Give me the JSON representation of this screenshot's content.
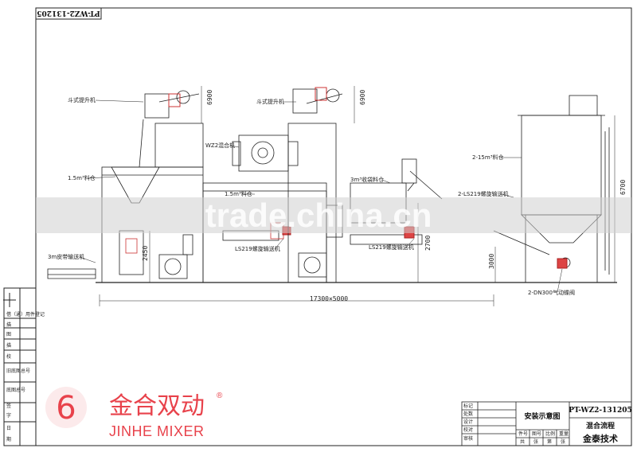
{
  "drawing_number": "PT-WZ2-131205",
  "labels": {
    "elevator_left": "斗式提升机",
    "elevator_right": "斗式提升机",
    "mixer": "WZ2混合机",
    "hopper_left": "1.5m³料仓",
    "hopper_mid": "1.5m³料仓",
    "sack_hopper": "3m³收袋料仓",
    "screw_left": "LS219螺旋输送机",
    "screw_mid": "LS219螺旋输送机",
    "screw_right": "2-LS219螺旋输送机",
    "silo": "2-15m³料仓",
    "blower": "2-DN300气动蝶阀",
    "bag_conveyor": "3m皮带输送机"
  },
  "dimensions": {
    "h_6900_left": "6900",
    "h_6900_right": "6900",
    "h_6700": "6700",
    "h_2450": "2450",
    "h_2700": "2700",
    "h_3000": "3000",
    "overall": "17300×5000"
  },
  "left_column": {
    "r1": "借（通）用件登记",
    "r2": "描",
    "r3": "图",
    "r4": "描",
    "r5": "校",
    "r6": "旧底图总号",
    "r7": "底图总号",
    "r8": "签",
    "r9": "字",
    "r10": "日",
    "r11": "期"
  },
  "title_block": {
    "title": "安装示意图",
    "drawing_no": "PT-WZ2-131205",
    "name": "混合流程",
    "company": "金泰技术",
    "col_a": "标记",
    "col_b": "处数",
    "col_c": "设计",
    "col_d": "校对",
    "col_e": "审核",
    "h1": "件号",
    "h2": "图号",
    "h3": "比例",
    "h4": "重量",
    "f1": "共",
    "f2": "张",
    "f3": "第",
    "f4": "张"
  },
  "brand": {
    "cn": "金合双动",
    "en": "JINHE MIXER",
    "reg": "®"
  },
  "watermark": "trade.china.cn"
}
